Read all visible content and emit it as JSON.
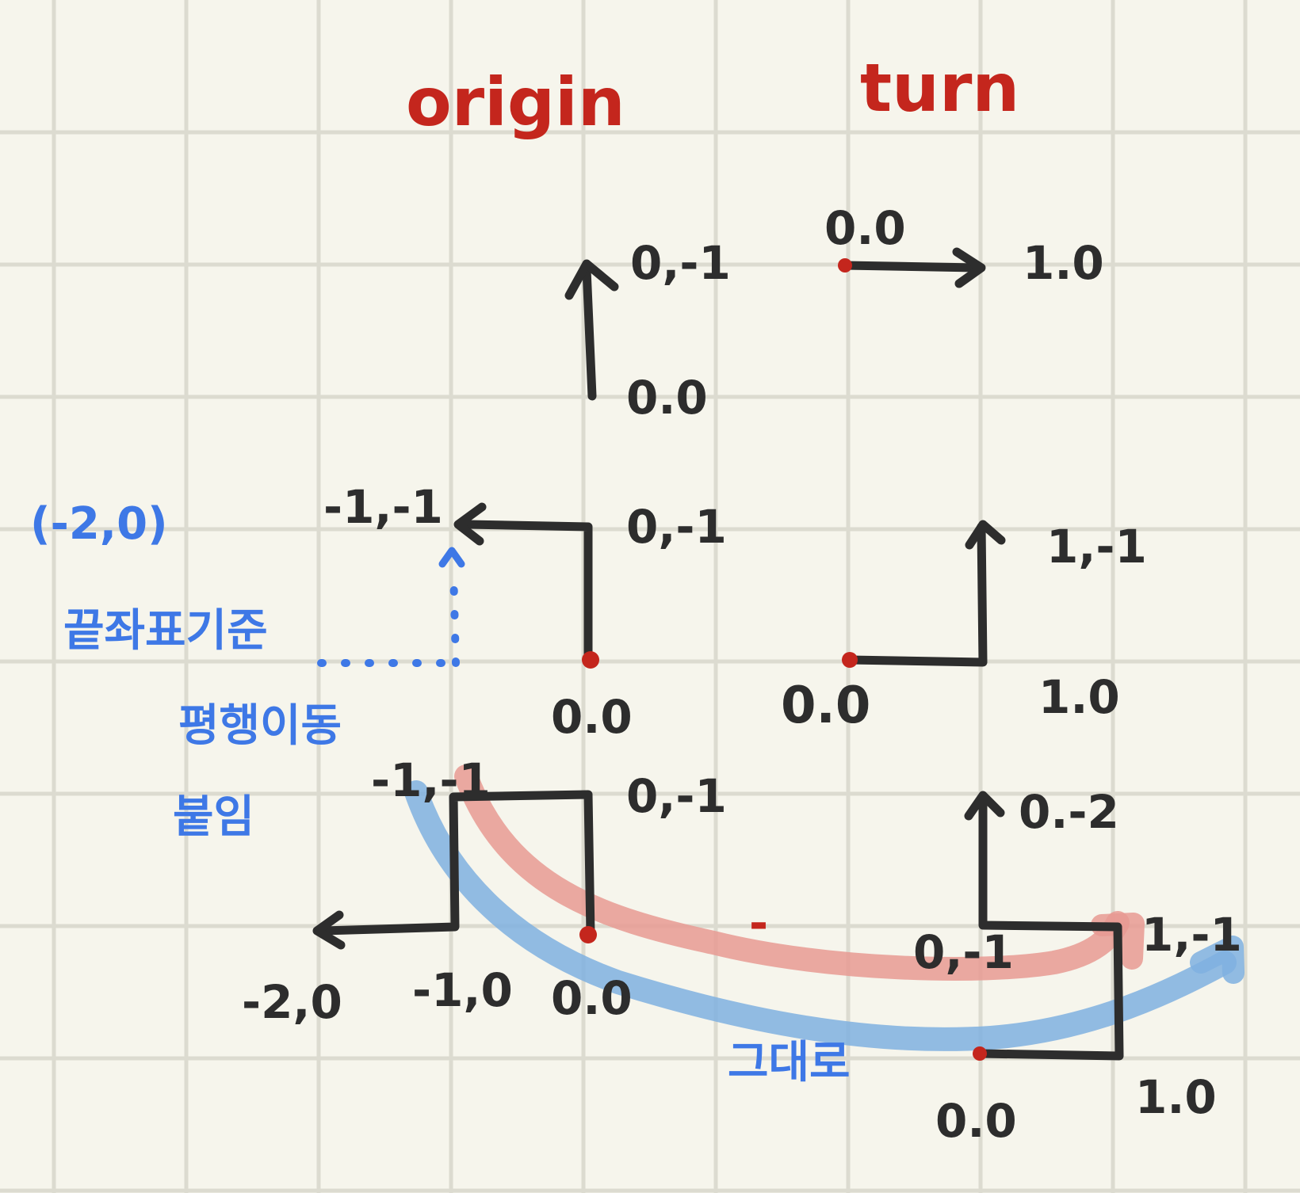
{
  "colors": {
    "background": "#f6f5ec",
    "grid": "#dcdbd0",
    "ink": "#2d2d2d",
    "red": "#c4261d",
    "blue": "#3e78e6",
    "highlight_red": "#e79a93",
    "highlight_blue": "#7fb0e0"
  },
  "headers": {
    "origin": "origin",
    "turn": "turn"
  },
  "origin_panel": {
    "row1": {
      "tip": "0,-1",
      "base": "0.0"
    },
    "row2": {
      "left_tip": "-1,-1",
      "corner": "0,-1",
      "base": "0.0"
    },
    "row3": {
      "top_left": "-1,-1",
      "top_right": "0,-1",
      "x_left": "-2,0",
      "x_mid": "-1,0",
      "x_origin": "0.0"
    }
  },
  "turn_panel": {
    "row1": {
      "start": "0.0",
      "end": "1.0"
    },
    "row2": {
      "tip": "1,-1",
      "start": "0.0",
      "corner": "1.0"
    },
    "row3": {
      "tip": "0.-2",
      "mid_left": "0,-1",
      "mid_right": "1,-1",
      "start": "0.0",
      "corner": "1.0"
    }
  },
  "annotations": {
    "point": "(-2,0)",
    "line1": "끝좌표기준",
    "line2": "평행이동",
    "line3": "붙임",
    "bottom": "그대로",
    "minus": "-"
  }
}
